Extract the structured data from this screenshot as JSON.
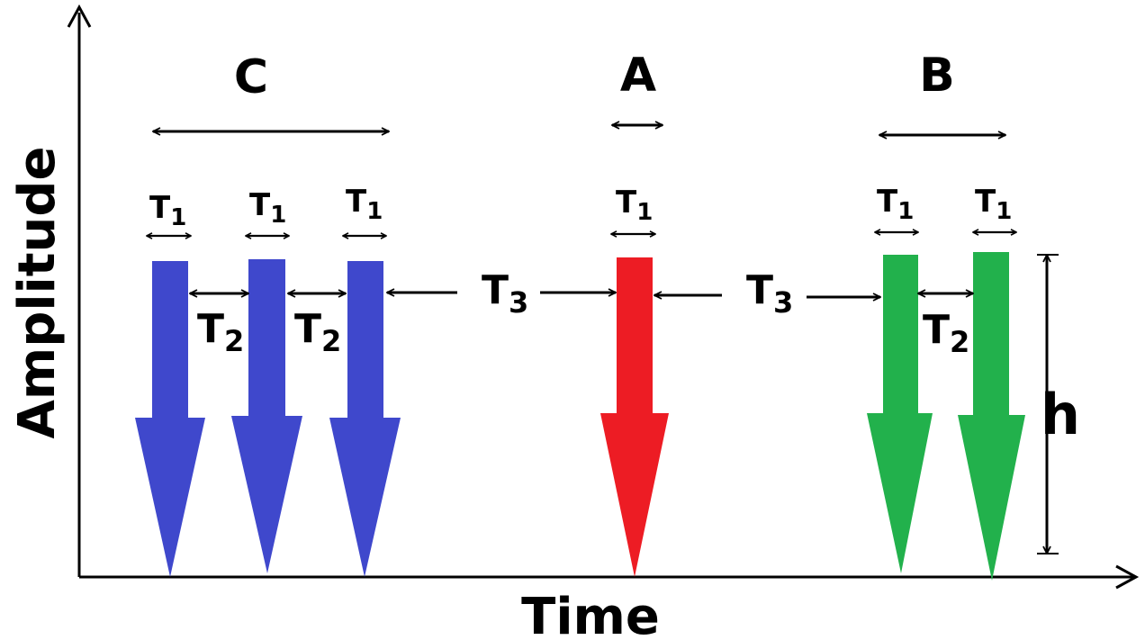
{
  "colors": {
    "group_c": "#3f48cc",
    "group_a": "#ed1c24",
    "group_b": "#22b14c",
    "ink": "#000000"
  },
  "axes": {
    "x_label": "Time",
    "y_label": "Amplitude"
  },
  "groups": {
    "c": {
      "label": "C"
    },
    "a": {
      "label": "A"
    },
    "b": {
      "label": "B"
    }
  },
  "labels": {
    "t1_main": "T",
    "t1_sub": "1",
    "t2_main": "T",
    "t2_sub": "2",
    "t3_main": "T",
    "t3_sub": "3",
    "height": "h"
  }
}
